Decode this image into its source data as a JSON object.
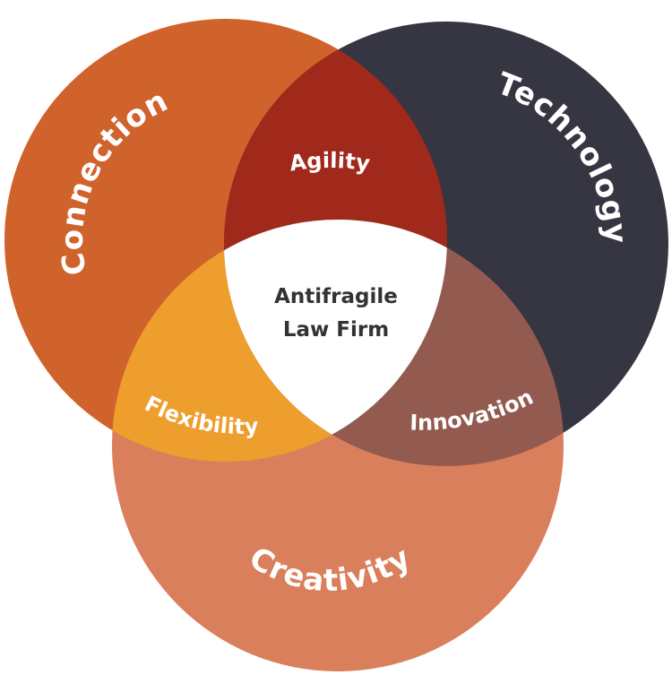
{
  "circles": {
    "connection": {
      "label": "Connection",
      "color": "#D0622B"
    },
    "technology": {
      "label": "Technology",
      "color": "#353641"
    },
    "creativity": {
      "label": "Creativity",
      "color": "#DA7F5B"
    }
  },
  "overlaps": {
    "agility": {
      "label": "Agility",
      "color": "#A0291C"
    },
    "flexibility": {
      "label": "Flexibility",
      "color": "#EE9E2C"
    },
    "innovation": {
      "label": "Innovation",
      "color": "#935A50"
    }
  },
  "center": {
    "line1": "Antifragile",
    "line2": "Law Firm",
    "color": "#FFFFFF"
  }
}
